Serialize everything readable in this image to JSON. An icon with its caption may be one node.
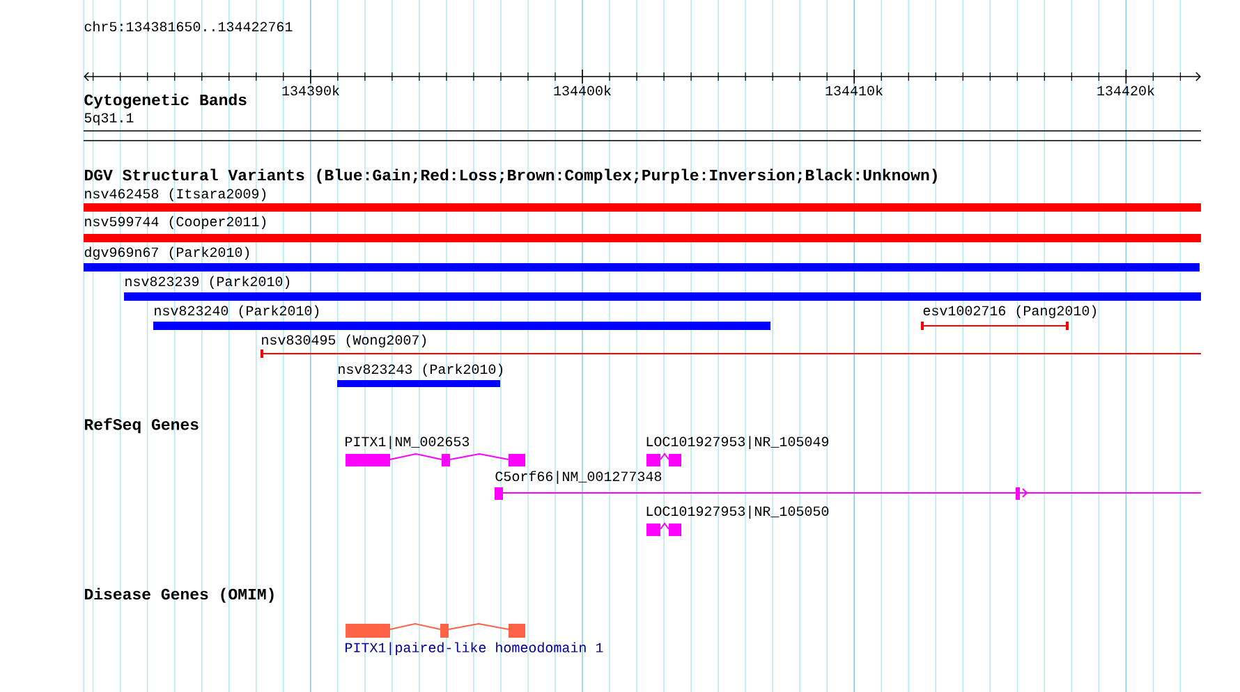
{
  "diagram": {
    "nodes": [
      {
        "text": [
          "nsv462458 (Itsara2009)"
        ]
      },
      {
        "text": [
          "nsv599744 (Cooper2011)"
        ]
      },
      {
        "text": [
          "dgv969n67 (Park2010)"
        ]
      },
      {
        "text": [
          "nsv823239 (Park2010)"
        ]
      },
      {
        "text": [
          "nsv823240 (Park2010)"
        ]
      },
      {
        "text": [
          "esv1002716 (Pang2010)"
        ]
      },
      {
        "text": [
          "nsv830495 (Wong2007)"
        ]
      },
      {
        "text": [
          "nsv823243 (Park2010)"
        ]
      },
      {
        "text": [
          "PITX1|NM_002653"
        ]
      },
      {
        "text": [
          "LOC101927953|NR_105049"
        ]
      },
      {
        "text": [
          "C5orf66|NM_001277348"
        ]
      },
      {
        "text": [
          "LOC101927953|NR_105050"
        ]
      },
      {
        "text": [
          "PITX1|paired-like homeodomain 1"
        ]
      }
    ],
    "labels": [
      "chr5:134381650..134422761",
      "134390k",
      "134400k",
      "134410k",
      "134420k",
      "Cytogenetic Bands",
      "5q31.1",
      "DGV Structural Variants (Blue:Gain;Red:Loss;Brown:Complex;Purple:Inversion;Black:Unknown)",
      "RefSeq Genes",
      "Disease Genes (OMIM)"
    ]
  }
}
